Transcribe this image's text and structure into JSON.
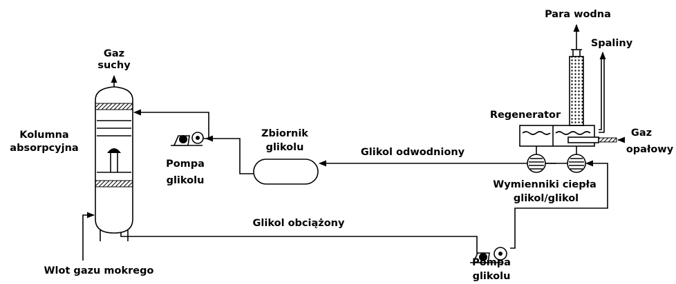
{
  "labels": {
    "gas_dry_line1": "Gaz",
    "gas_dry_line2": "suchy",
    "column_line1": "Kolumna",
    "column_line2": "absorpcyjna",
    "wet_gas_inlet": "Wlot gazu mokrego",
    "pump_top_line1": "Pompa",
    "pump_top_line2": "glikolu",
    "tank_line1": "Zbiornik",
    "tank_line2": "glikolu",
    "lean_glycol": "Glikol odwodniony",
    "rich_glycol": "Glikol obciążony",
    "steam": "Para wodna",
    "flue_gas": "Spaliny",
    "regenerator": "Regenerator",
    "fuel_gas_line1": "Gaz",
    "fuel_gas_line2": "opałowy",
    "hx_line1": "Wymienniki ciepła",
    "hx_line2": "glikol/glikol",
    "pump_bottom_line1": "Pompa",
    "pump_bottom_line2": "glikolu"
  }
}
